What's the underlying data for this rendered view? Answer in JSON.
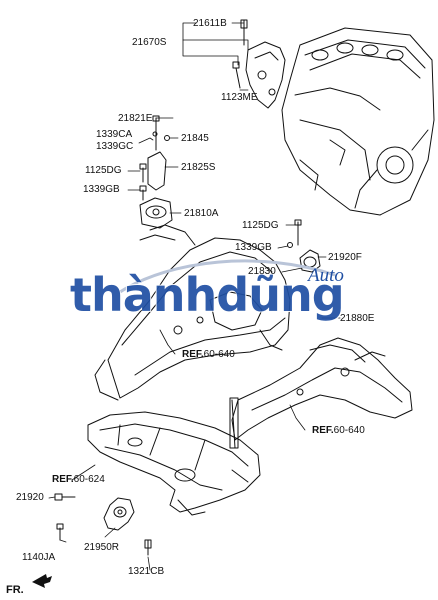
{
  "parts": {
    "p21611B": "21611B",
    "p21670S": "21670S",
    "p1123ME": "1123ME",
    "p21821E": "21821E",
    "p1339CA": "1339CA",
    "p1339GC": "1339GC",
    "p21845": "21845",
    "p1125DG_a": "1125DG",
    "p21825S": "21825S",
    "p1339GB_a": "1339GB",
    "p21810A": "21810A",
    "p1125DG_b": "1125DG",
    "p1339GB_b": "1339GB",
    "p21920F": "21920F",
    "p21830": "21830",
    "p21880E": "21880E",
    "p21920": "21920",
    "p1140JA": "1140JA",
    "p21950R": "21950R",
    "p1321CB": "1321CB"
  },
  "refs": {
    "ref1_prefix": "REF.",
    "ref1_code": "60-640",
    "ref2_prefix": "REF.",
    "ref2_code": "60-640",
    "ref3_prefix": "REF.",
    "ref3_code": "60-624"
  },
  "direction": "FR.",
  "watermark": {
    "brand": "thànhdũng",
    "sub": "Auto"
  },
  "colors": {
    "line": "#111111",
    "watermark": "#1f4fa3"
  }
}
